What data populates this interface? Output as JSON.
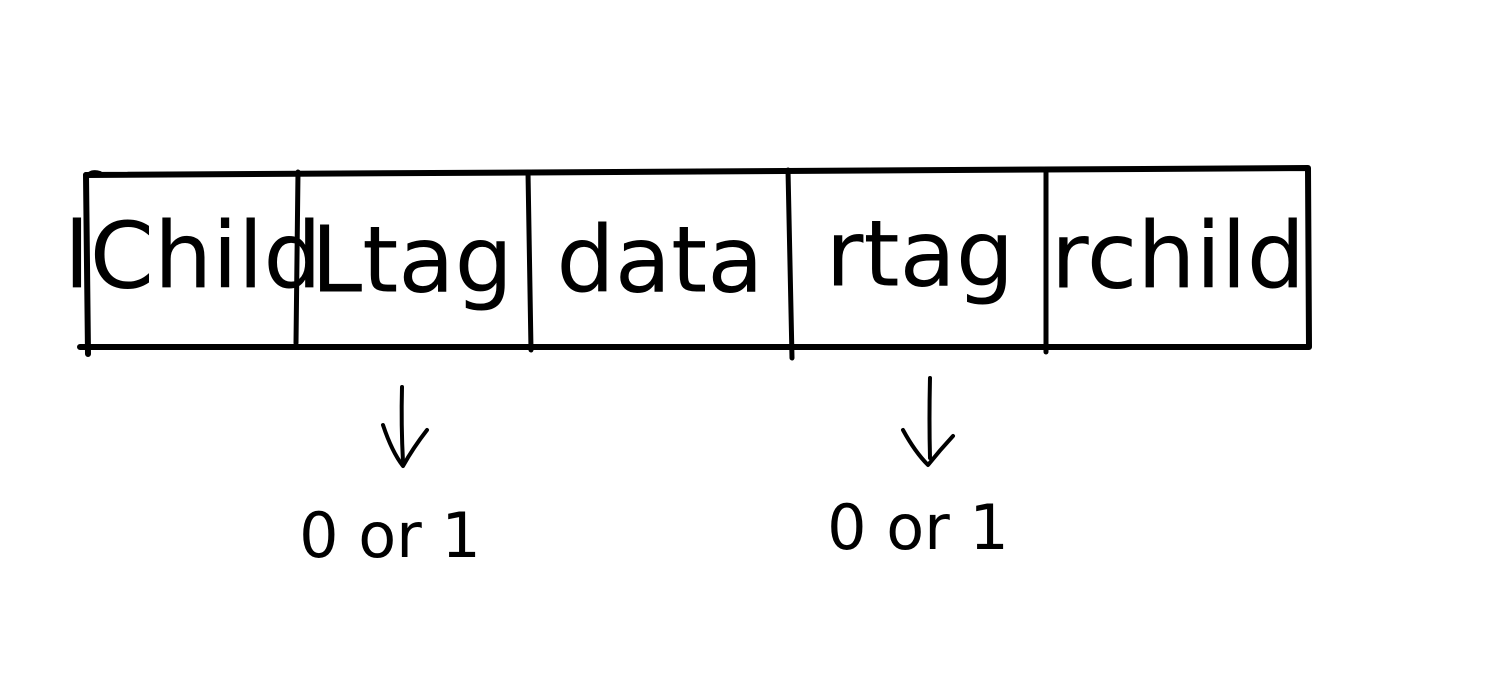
{
  "diagram": {
    "fields": [
      {
        "label": "lChild"
      },
      {
        "label": "Ltag"
      },
      {
        "label": "data"
      },
      {
        "label": "rtag"
      },
      {
        "label": "rchild"
      }
    ],
    "annotations": [
      {
        "field": "Ltag",
        "text": "0 or 1"
      },
      {
        "field": "rtag",
        "text": "0 or 1"
      }
    ]
  }
}
